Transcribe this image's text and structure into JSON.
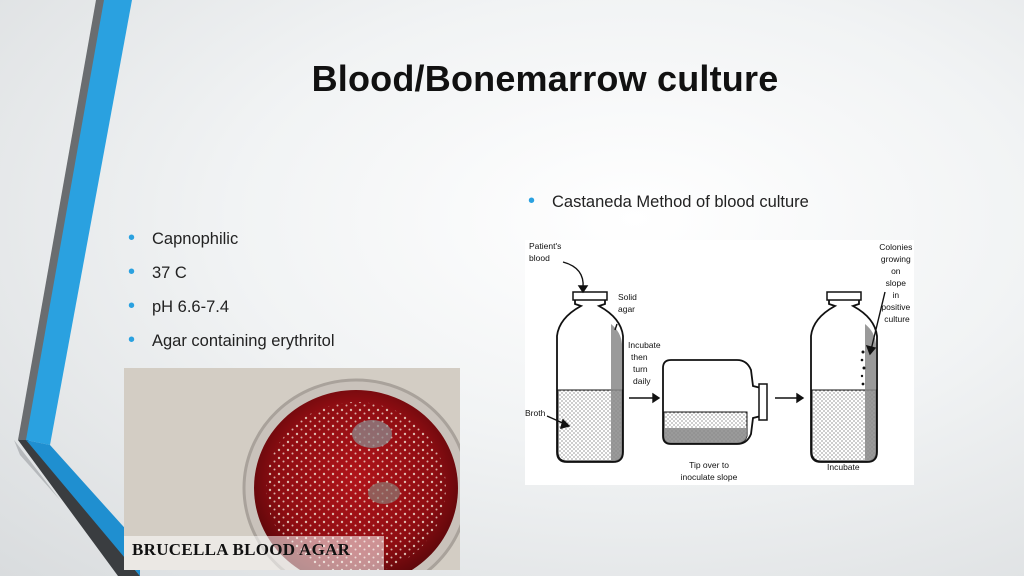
{
  "slide": {
    "title": "Blood/Bonemarrow culture",
    "left_bullets": [
      "Capnophilic",
      "37 C",
      "pH 6.6-7.4",
      "Agar containing erythritol"
    ],
    "right_bullets": [
      "Castaneda Method of blood culture"
    ],
    "photo_label": "BRUCELLA BLOOD AGAR",
    "accent_color": "#2aa1e0",
    "diagram": {
      "patients_blood": [
        "Patient's",
        "blood"
      ],
      "solid_agar": [
        "Solid",
        "agar"
      ],
      "incubate_turn": [
        "Incubate",
        "then",
        "turn",
        "daily"
      ],
      "broth": "Broth",
      "tip_over": [
        "Tip over to",
        "inoculate slope"
      ],
      "incubate": "Incubate",
      "colonies": [
        "Colonies",
        "growing",
        "on",
        "slope",
        "in",
        "positive",
        "culture"
      ]
    }
  }
}
